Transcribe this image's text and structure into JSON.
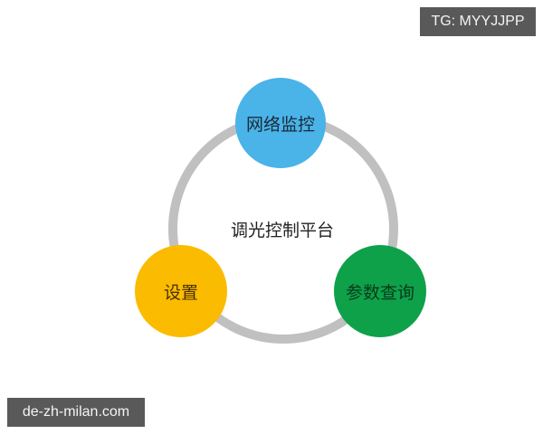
{
  "watermarks": {
    "top_right": "TG: MYYJJPP",
    "bottom_left": "de-zh-milan.com"
  },
  "diagram": {
    "center_label": "调光控制平台",
    "ring_color": "#c0c0c0",
    "nodes": [
      {
        "label": "网络监控",
        "color": "#4ab3e8",
        "text_color": "#1a2a3a"
      },
      {
        "label": "设置",
        "color": "#fbbb00",
        "text_color": "#4a3000"
      },
      {
        "label": "参数查询",
        "color": "#0ea14a",
        "text_color": "#0a3a1a"
      }
    ]
  }
}
